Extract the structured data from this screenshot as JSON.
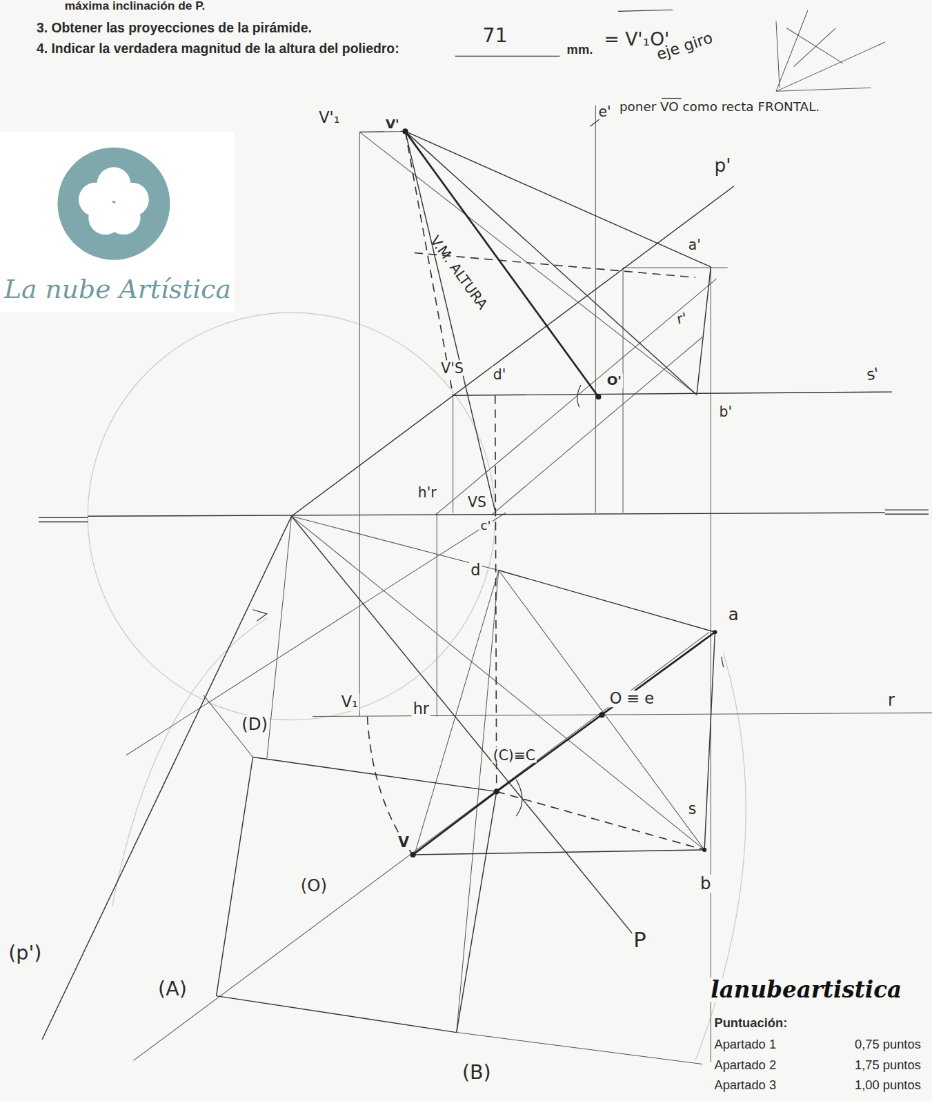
{
  "diagram": {
    "labels": [
      "máxima inclinación de P.",
      "3. Obtener las proyecciones de la pirámide.",
      "4. Indicar la verdadera magnitud de la altura del poliedro:",
      "71",
      "mm.",
      "= V'₁O'",
      "eje giro",
      "e'",
      "poner VO como recta FRONTAL.",
      "V'₁",
      "V'",
      "p'",
      "a'",
      "r'",
      "V'S",
      "d'",
      "O'",
      "s'",
      "b'",
      "h'r",
      "VS",
      "c'",
      "V.M. ALTURA",
      "d",
      "a",
      "V₁",
      "hr",
      "O ≡ e",
      "r",
      "(C)≡C",
      "(D)",
      "s",
      "V",
      "b",
      "(O)",
      "P",
      "(p')",
      "(A)",
      "(B)",
      "La nube Artística",
      "lanubeartistica",
      "Puntuación:",
      "Apartado 1",
      "0,75 puntos",
      "Apartado 2",
      "1,75 puntos",
      "Apartado 3",
      "1,00 puntos"
    ]
  }
}
